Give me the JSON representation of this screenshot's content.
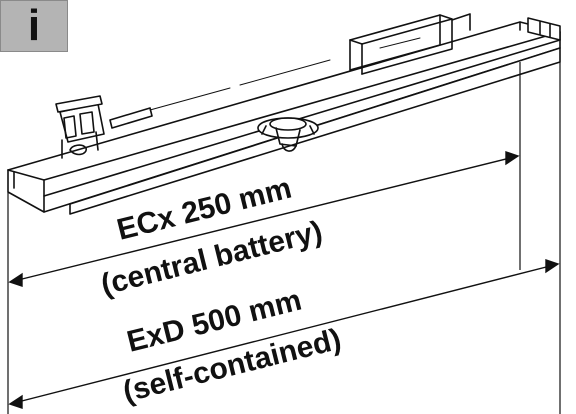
{
  "info_badge": {
    "label": "i",
    "icon": "info-icon",
    "background": "#b4b4b4"
  },
  "dimensions": {
    "ecx_value": "ECx 250 mm",
    "ecx_note": "(central battery)",
    "exd_value": "ExD 500 mm",
    "exd_note": "(self-contained)"
  },
  "colors": {
    "line": "#111111",
    "background": "#ffffff"
  }
}
